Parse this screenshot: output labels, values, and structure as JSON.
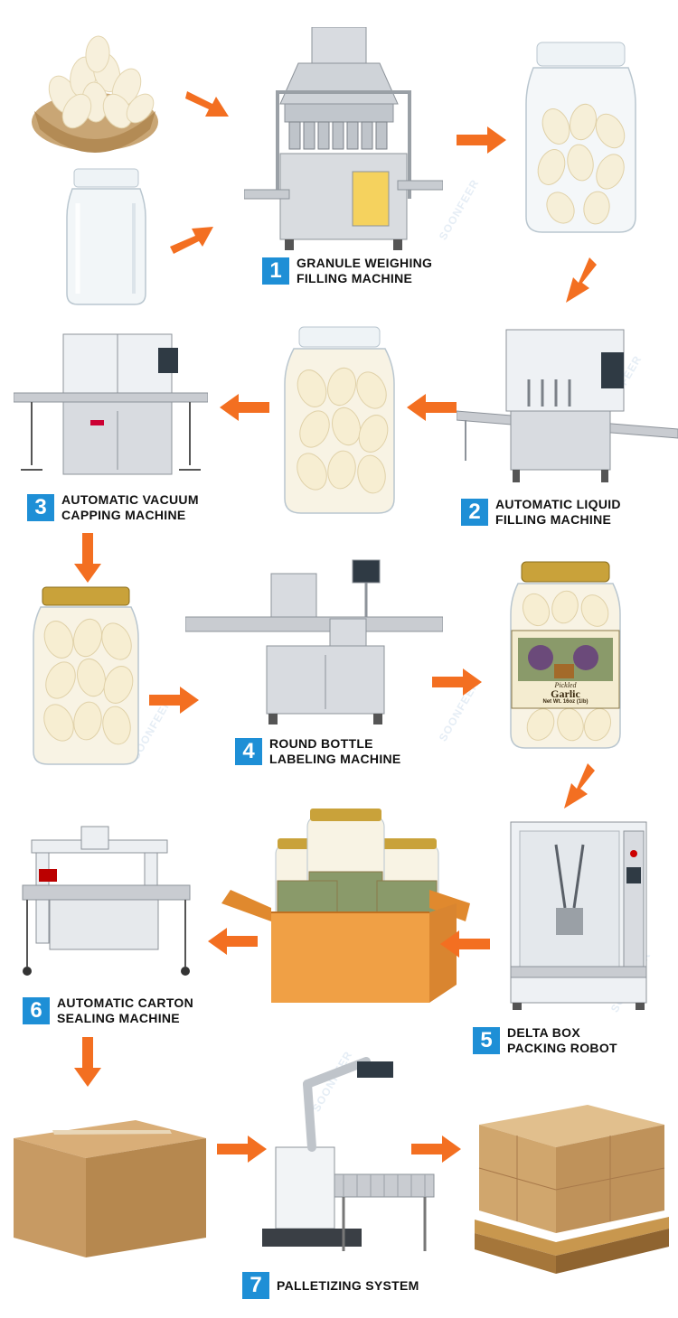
{
  "steps": [
    {
      "number": "1",
      "line1": "GRANULE WEIGHING",
      "line2": "FILLING MACHINE"
    },
    {
      "number": "2",
      "line1": "AUTOMATIC LIQUID",
      "line2": "FILLING MACHINE"
    },
    {
      "number": "3",
      "line1": "AUTOMATIC VACUUM",
      "line2": "CAPPING MACHINE"
    },
    {
      "number": "4",
      "line1": "ROUND BOTTLE",
      "line2": "LABELING MACHINE"
    },
    {
      "number": "5",
      "line1": "DELTA BOX",
      "line2": "PACKING ROBOT"
    },
    {
      "number": "6",
      "line1": "AUTOMATIC CARTON",
      "line2": "SEALING MACHINE"
    },
    {
      "number": "7",
      "line1": "PALLETIZING SYSTEM",
      "line2": ""
    }
  ],
  "jar_label": {
    "small": "Pickled",
    "title": "Garlic",
    "weight": "Net Wt. 16oz (1lb)"
  },
  "watermark": "SOONFEER",
  "colors": {
    "accent": "#1e8fd6",
    "arrow": "#f36f21",
    "steel": "#c9ccd1",
    "carton": "#c79a63"
  }
}
